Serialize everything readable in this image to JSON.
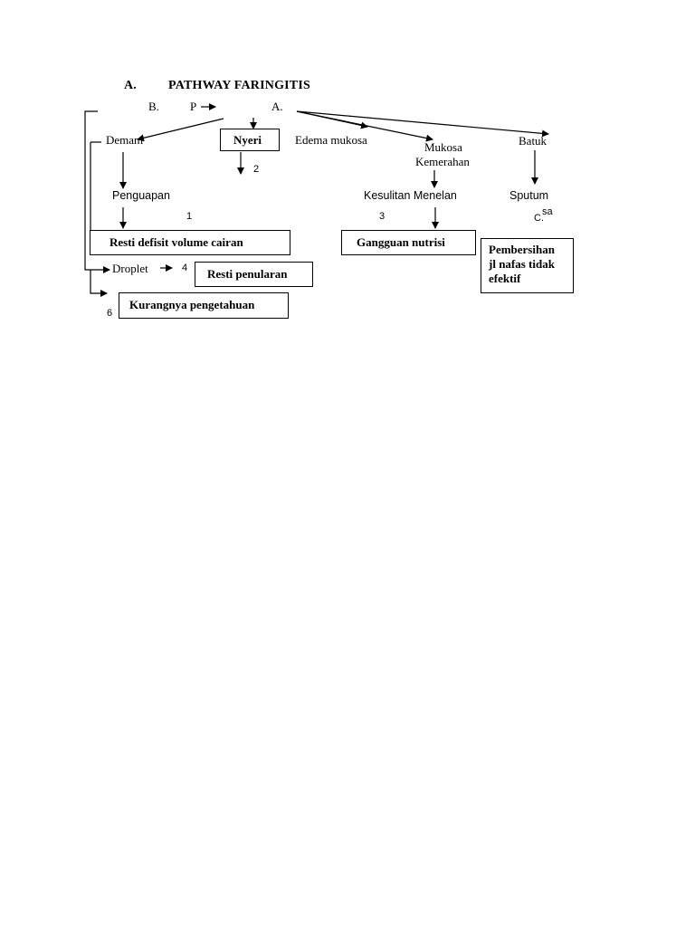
{
  "heading": {
    "letter": "A.",
    "title": "PATHWAY FARINGITIS"
  },
  "top_row": {
    "b_label": "B.",
    "p_label": "P",
    "a_label": "A."
  },
  "nodes": {
    "demam": "Demam",
    "nyeri": "Nyeri",
    "edema_mukosa": "Edema mukosa",
    "mukosa_line1": "Mukosa",
    "mukosa_line2": "Kemerahan",
    "batuk": "Batuk",
    "penguapan": "Penguapan",
    "kesulitan_menelan": "Kesulitan Menelan",
    "sputum": "Sputum",
    "droplet": "Droplet",
    "c_label": "C.",
    "sa_label": "sa"
  },
  "numbers": {
    "n1": "1",
    "n2": "2",
    "n3": "3",
    "n4": "4",
    "n6": "6"
  },
  "boxes": {
    "resti_defisit": "Resti defisit volume cairan",
    "gangguan_nutrisi": "Gangguan nutrisi",
    "pembersihan_line1": "Pembersihan",
    "pembersihan_line2": "jl nafas tidak",
    "pembersihan_line3": "efektif",
    "resti_penularan": "Resti penularan",
    "kurangnya_pengetahuan": "Kurangnya pengetahuan"
  }
}
